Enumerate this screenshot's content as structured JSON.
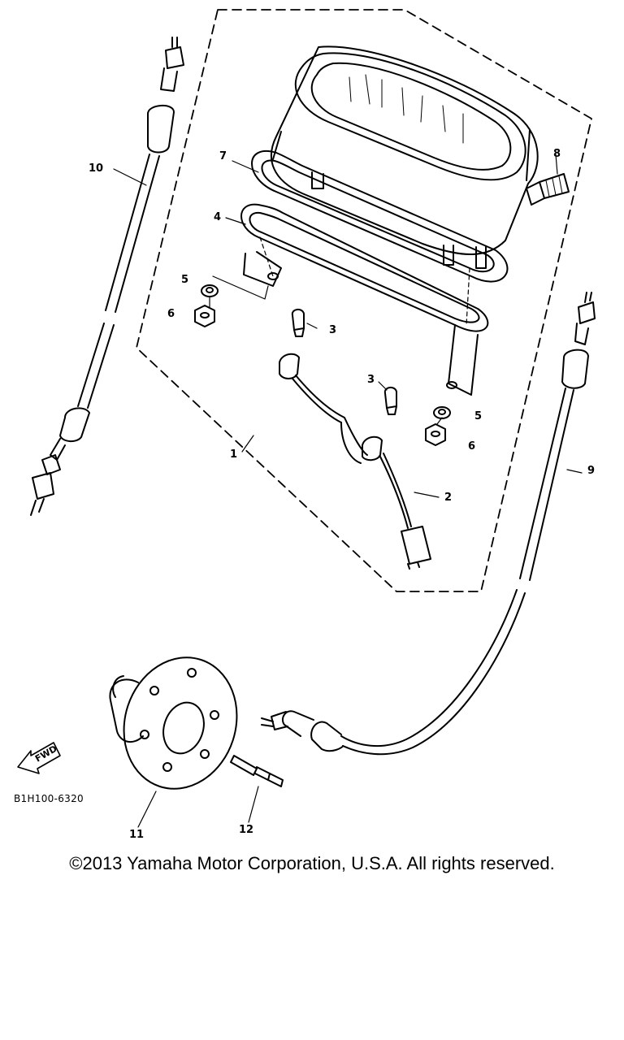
{
  "callouts": {
    "c1": "1",
    "c2": "2",
    "c3a": "3",
    "c3b": "3",
    "c4": "4",
    "c5a": "5",
    "c5b": "5",
    "c6a": "6",
    "c6b": "6",
    "c7": "7",
    "c8": "8",
    "c9": "9",
    "c10": "10",
    "c11": "11",
    "c12": "12"
  },
  "fwd_label": "FWD",
  "diagram_code": "B1H100-6320",
  "copyright": "©2013 Yamaha Motor Corporation, U.S.A. All rights reserved."
}
